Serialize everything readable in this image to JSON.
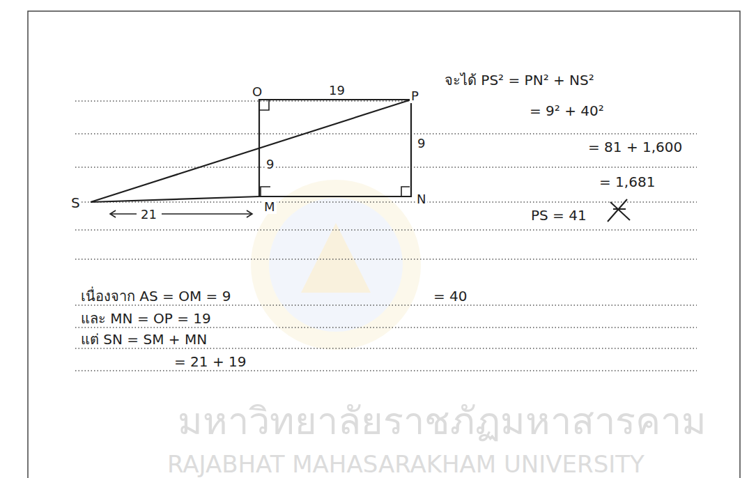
{
  "diagram": {
    "labels": [
      "O",
      "19",
      "P",
      "จะได้ PS² = PN² + NS²",
      "= 9² + 40²",
      "9",
      "= 81 + 1,600",
      "9",
      "= 1,681",
      "S",
      "M",
      "N",
      "21",
      "PS = 41",
      "เนื่องจาก AS = OM = 9",
      "= 40",
      "และ MN = OP = 19",
      "แต่ SN = SM + MN",
      "= 21 + 19",
      "มหาวิทยาลัยราชภัฏมหาสารคาม",
      "RAJABHAT MAHASARAKHAM UNIVERSITY"
    ]
  }
}
